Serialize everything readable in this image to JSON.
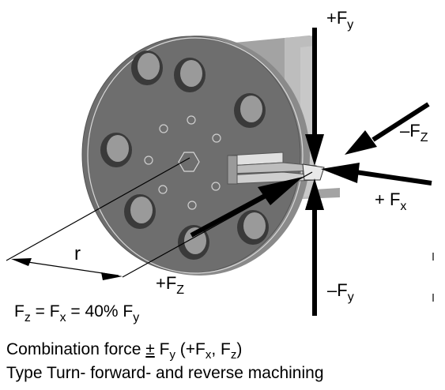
{
  "labels": {
    "fy_top_sign": "+F",
    "fy_top_sub": "y",
    "fz_right_sign": "–F",
    "fz_right_sub": "Z",
    "fx_sign": "+ F",
    "fx_sub": "x",
    "fy_bottom_sign": "–F",
    "fy_bottom_sub": "y",
    "fz_left_sign": "+F",
    "fz_left_sub": "Z",
    "radius": "r"
  },
  "equation": {
    "fz": "F",
    "fz_sub": "z",
    "eq1": " = F",
    "fx_sub": "x",
    "eq2": " = 40% F",
    "fy_sub": "y"
  },
  "caption": {
    "line1_prefix": "Combination force ",
    "line1_pm": "±",
    "line1_f": " F",
    "line1_f_sub": "y",
    "line1_paren_open": " (+F",
    "line1_x_sub": "x",
    "line1_comma": ", F",
    "line1_z_sub": "z",
    "line1_close": ")",
    "line2": "Type Turn- forward- and reverse machining"
  },
  "colors": {
    "disc_face": "#6e6e6e",
    "disc_body": "#8a8a8a",
    "block": "#a3a3a3",
    "hole_dark": "#3a3a3a",
    "hole_light": "#9a9a9a",
    "arrow": "#000000"
  }
}
